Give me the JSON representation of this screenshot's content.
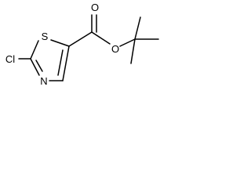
{
  "molecule": {
    "atoms": {
      "chlorine": "Cl",
      "sulfur": "S",
      "nitrogen": "N",
      "carbonyl_oxygen": "O",
      "ester_oxygen": "O"
    },
    "colors": {
      "bond": "#000000",
      "label": "#000000",
      "background": "#ffffff"
    }
  }
}
